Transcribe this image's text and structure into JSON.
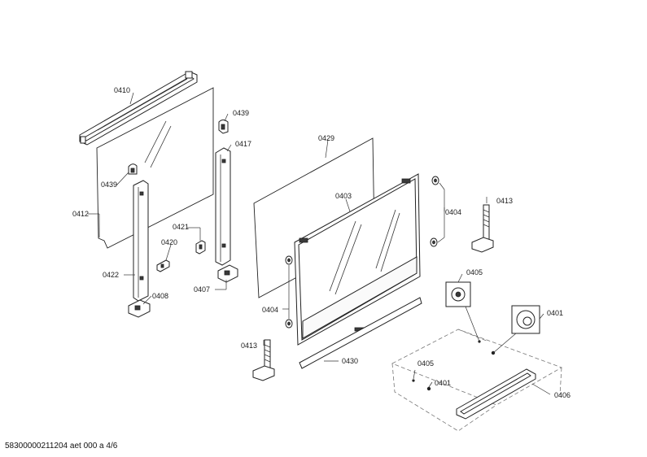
{
  "labels": {
    "p0410": "0410",
    "p0439a": "0439",
    "p0439b": "0439",
    "p0417": "0417",
    "p0429": "0429",
    "p0412": "0412",
    "p0421": "0421",
    "p0420": "0420",
    "p0422": "0422",
    "p0408": "0408",
    "p0407": "0407",
    "p0403": "0403",
    "p0404a": "0404",
    "p0404b": "0404",
    "p0413a": "0413",
    "p0413b": "0413",
    "p0430": "0430",
    "p0405a": "0405",
    "p0405b": "0405",
    "p0401a": "0401",
    "p0401b": "0401",
    "p0406": "0406"
  },
  "footer": "58300000211204 aet 000 a 4/6"
}
